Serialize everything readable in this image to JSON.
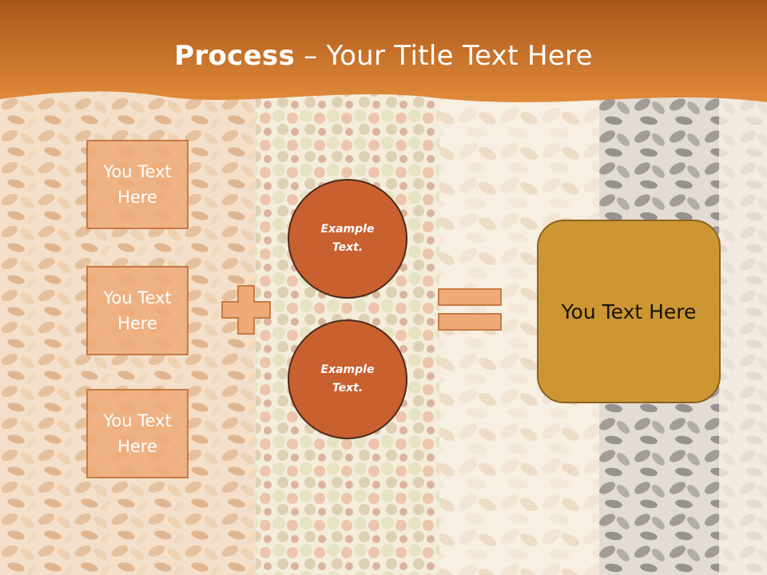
{
  "header": {
    "title_bold": "Process",
    "title_rest": " – Your Title Text Here"
  },
  "colors": {
    "header_top": "#a9571a",
    "header_bottom": "#e08a3a",
    "box_fill": "#eeaa78",
    "box_border": "#c57a44",
    "circle_fill": "#c9602f",
    "result_fill": "#cc9633"
  },
  "left_boxes": [
    {
      "label": "You Text Here"
    },
    {
      "label": "You Text Here"
    },
    {
      "label": "You Text Here"
    }
  ],
  "operators": {
    "plus_icon": "plus-sign-icon",
    "equals_icon": "equals-sign-icon"
  },
  "circles": [
    {
      "label": "Example Text."
    },
    {
      "label": "Example Text."
    }
  ],
  "result_box": {
    "label": "You Text Here"
  }
}
